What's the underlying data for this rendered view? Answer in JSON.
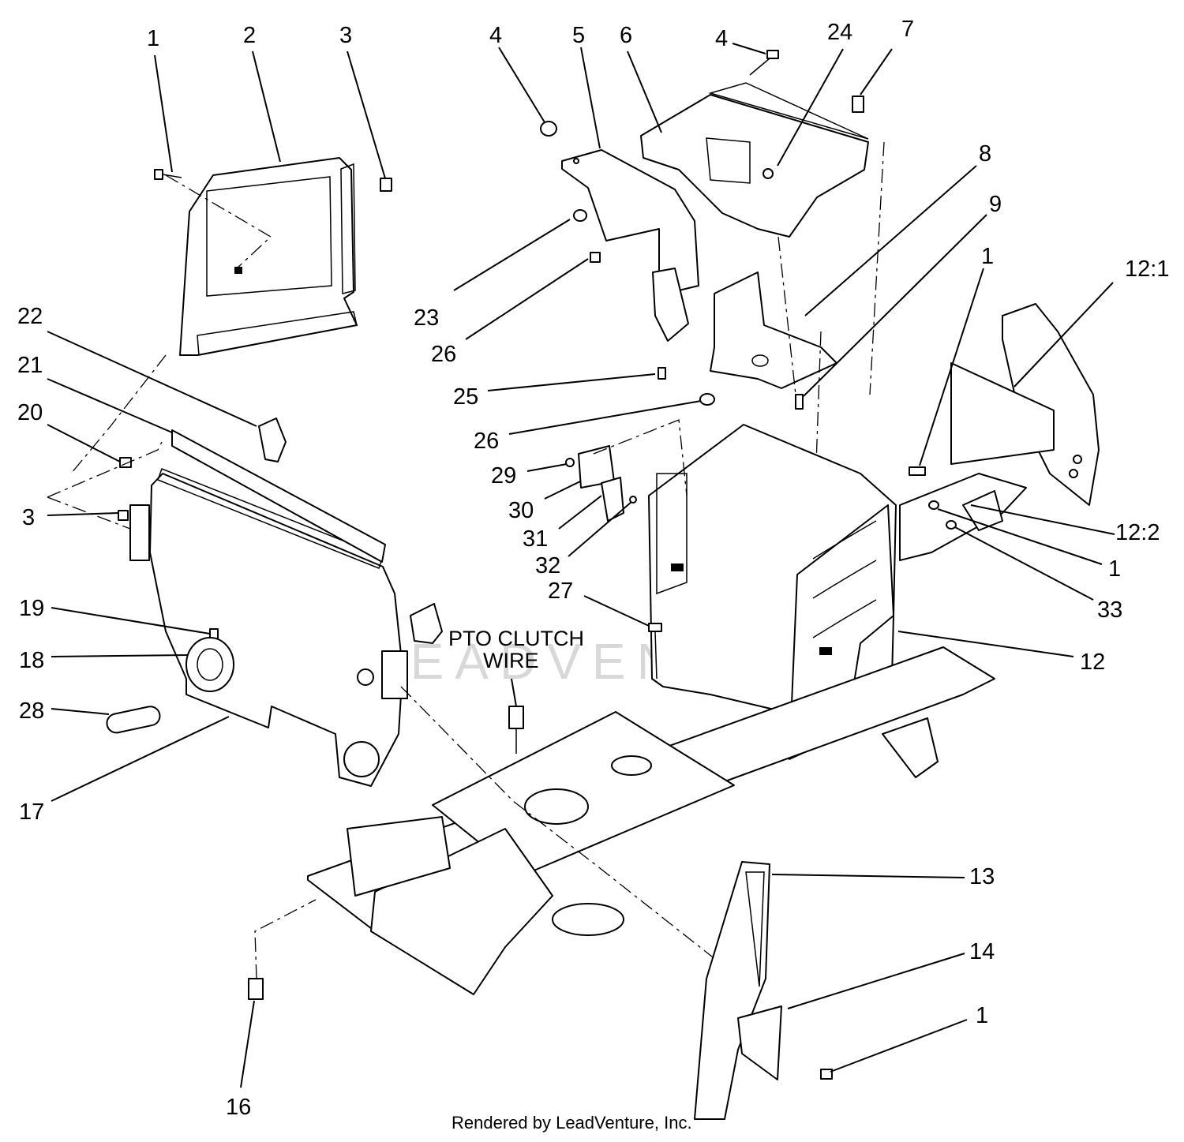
{
  "diagram": {
    "callouts": {
      "c1a": "1",
      "c2": "2",
      "c3a": "3",
      "c4a": "4",
      "c5": "5",
      "c6": "6",
      "c4b": "4",
      "c24": "24",
      "c7": "7",
      "c8": "8",
      "c9": "9",
      "c1b": "1",
      "c12_1": "12:1",
      "c22": "22",
      "c21": "21",
      "c20": "20",
      "c3b": "3",
      "c23": "23",
      "c26a": "26",
      "c25": "25",
      "c26b": "26",
      "c29": "29",
      "c30": "30",
      "c31": "31",
      "c32": "32",
      "c27": "27",
      "c12_2": "12:2",
      "c1c": "1",
      "c33": "33",
      "c19": "19",
      "c18": "18",
      "c28": "28",
      "c17": "17",
      "c12": "12",
      "c13": "13",
      "c14": "14",
      "c1d": "1",
      "c16": "16"
    },
    "note_line1": "PTO CLUTCH",
    "note_line2": "WIRE",
    "credit": "Rendered by LeadVenture, Inc.",
    "watermark": "LEADVENTURE"
  }
}
